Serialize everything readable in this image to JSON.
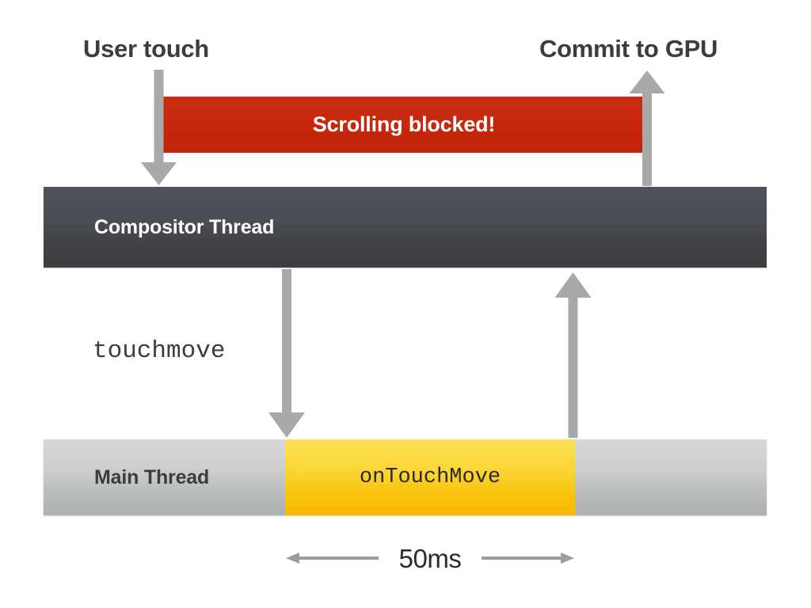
{
  "diagram": {
    "title_top_left": "User touch",
    "title_top_right": "Commit to GPU",
    "blocked_banner": "Scrolling blocked!",
    "compositor_lane_label": "Compositor Thread",
    "main_lane_label": "Main Thread",
    "event_label": "touchmove",
    "handler_label": "onTouchMove",
    "duration_label": "50ms",
    "colors": {
      "background": "#ffffff",
      "blocked_red": "#c52a10",
      "compositor_dark": "#4a4d54",
      "main_gray": "#c6c9cb",
      "task_yellow": "#fad02c",
      "arrow_gray": "#a9a9a9",
      "text_dark": "#3c3c3c",
      "text_light": "#ffffff"
    },
    "arrows": [
      {
        "name": "user-touch-arrow",
        "direction": "down",
        "from": "User touch",
        "to": "Compositor Thread"
      },
      {
        "name": "commit-gpu-arrow",
        "direction": "up",
        "from": "Compositor Thread",
        "to": "Commit to GPU"
      },
      {
        "name": "touchmove-dispatch-arrow",
        "direction": "down",
        "from": "Compositor Thread",
        "to": "Main Thread"
      },
      {
        "name": "handler-return-arrow",
        "direction": "up",
        "from": "Main Thread",
        "to": "Compositor Thread"
      },
      {
        "name": "duration-arrow-left",
        "direction": "left",
        "from": "50ms",
        "to": "task start"
      },
      {
        "name": "duration-arrow-right",
        "direction": "right",
        "from": "50ms",
        "to": "task end"
      }
    ]
  }
}
